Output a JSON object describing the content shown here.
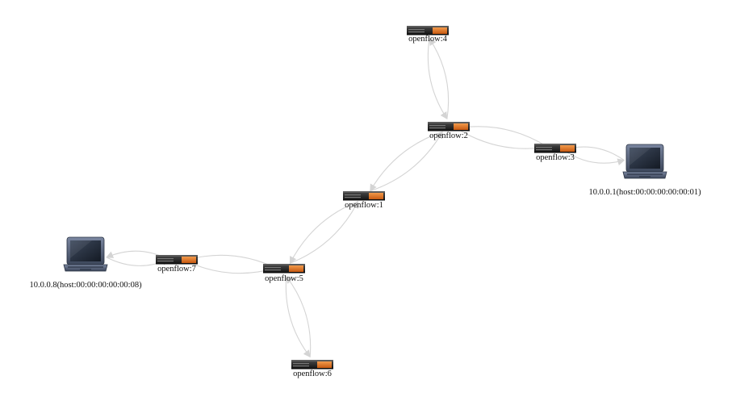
{
  "topology": {
    "switches": [
      {
        "id": "openflow:4",
        "label": "openflow:4"
      },
      {
        "id": "openflow:2",
        "label": "openflow:2"
      },
      {
        "id": "openflow:3",
        "label": "openflow:3"
      },
      {
        "id": "openflow:1",
        "label": "openflow:1"
      },
      {
        "id": "openflow:7",
        "label": "openflow:7"
      },
      {
        "id": "openflow:5",
        "label": "openflow:5"
      },
      {
        "id": "openflow:6",
        "label": "openflow:6"
      }
    ],
    "hosts": [
      {
        "id": "host:00:00:00:00:00:01",
        "label": "10.0.0.1(host:00:00:00:00:00:01)"
      },
      {
        "id": "host:00:00:00:00:00:08",
        "label": "10.0.0.8(host:00:00:00:00:00:08)"
      }
    ],
    "links": [
      {
        "source": "openflow:4",
        "target": "openflow:2"
      },
      {
        "source": "openflow:2",
        "target": "openflow:3"
      },
      {
        "source": "openflow:3",
        "target": "host:00:00:00:00:00:01"
      },
      {
        "source": "openflow:2",
        "target": "openflow:1"
      },
      {
        "source": "openflow:1",
        "target": "openflow:5"
      },
      {
        "source": "openflow:5",
        "target": "openflow:7"
      },
      {
        "source": "openflow:7",
        "target": "host:00:00:00:00:00:08"
      },
      {
        "source": "openflow:5",
        "target": "openflow:6"
      }
    ],
    "colors": {
      "link": "#d4d4d4",
      "switch_body": "#2b2b2b",
      "switch_accent": "#e8782a",
      "host_screen": "#2d3848",
      "host_frame": "#5e6a80"
    },
    "icons": {
      "switch": "network-switch-icon",
      "host": "laptop-icon"
    }
  }
}
